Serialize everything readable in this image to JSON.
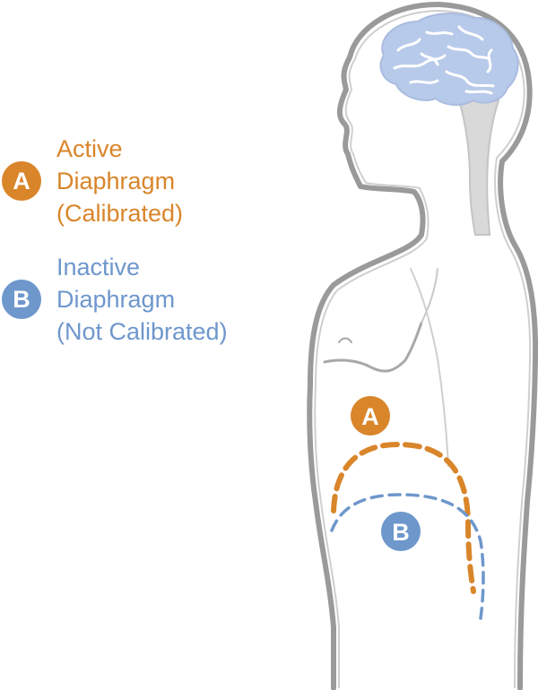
{
  "legend": {
    "active": {
      "letter": "A",
      "line1": "Active",
      "line2": "Diaphragm",
      "line3": "(Calibrated)"
    },
    "inactive": {
      "letter": "B",
      "line1": "Inactive",
      "line2": "Diaphragm",
      "line3": "(Not Calibrated)"
    }
  },
  "figure": {
    "marker_a": "A",
    "marker_b": "B"
  },
  "colors": {
    "active": "#D9852A",
    "inactive": "#6E97CC",
    "body_outline": "#8C8C8C",
    "brain": "#B8CAEA",
    "spine": "#D6D6D6"
  }
}
